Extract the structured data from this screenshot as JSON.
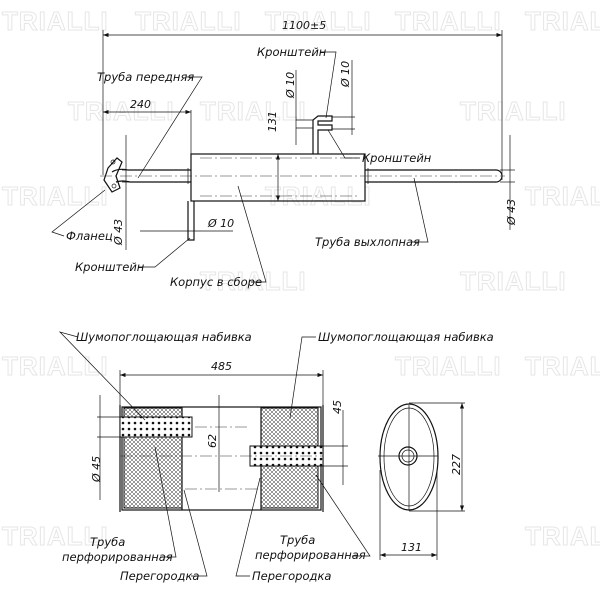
{
  "watermark": {
    "brand": "TRIALLI"
  },
  "side_view": {
    "dimensions": {
      "overall_length": "1100±5",
      "front_pipe_length": "240",
      "body_height": "131",
      "bracket_hole_1": "Ø 10",
      "bracket_hole_2": "Ø 10",
      "front_pipe_diameter": "Ø 43",
      "lower_bracket_hole": "Ø 10",
      "tail_pipe_diameter": "Ø 43"
    },
    "labels": {
      "bracket_top": "Кронштейн",
      "front_pipe": "Труба передняя",
      "bracket_right": "Кронштейн",
      "flange": "Фланец",
      "tail_pipe": "Труба выхлопная",
      "bracket_bottom": "Кронштейн",
      "body_assembly": "Корпус в сборе"
    }
  },
  "section_view": {
    "dimensions": {
      "body_length": "485",
      "offset_45": "45",
      "offset_62": "62",
      "pipe_diameter": "Ø 45",
      "oval_height": "227",
      "oval_width": "131"
    },
    "labels": {
      "packing_left": "Шумопоглощающая набивка",
      "packing_right": "Шумопоглощающая набивка",
      "perf_pipe_left_1": "Труба",
      "perf_pipe_left_2": "перфорированная",
      "perf_pipe_right_1": "Труба",
      "perf_pipe_right_2": "перфорированная",
      "baffle_left": "Перегородка",
      "baffle_right": "Перегородка"
    }
  }
}
